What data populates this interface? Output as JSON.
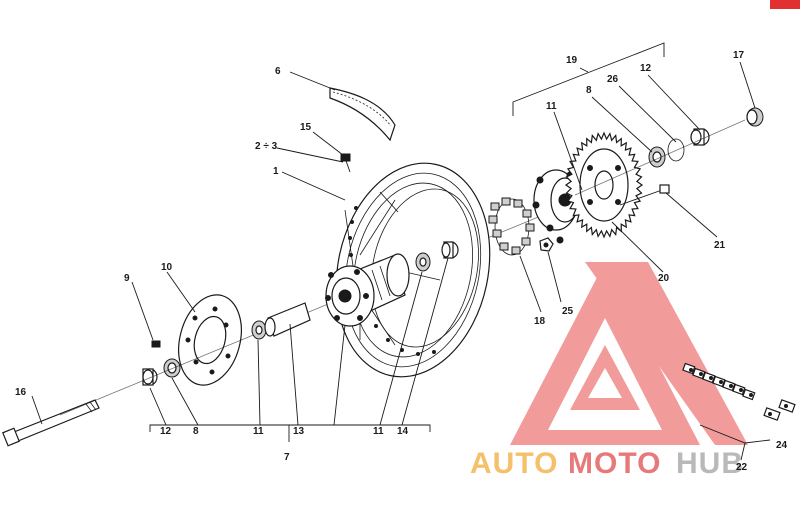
{
  "callouts": {
    "n1": "1",
    "n2_3": "2 ÷ 3",
    "n6": "6",
    "n7": "7",
    "n8a": "8",
    "n8b": "8",
    "n9": "9",
    "n10": "10",
    "n11a": "11",
    "n11b": "11",
    "n11c": "11",
    "n12a": "12",
    "n12b": "12",
    "n13": "13",
    "n14": "14",
    "n15": "15",
    "n16": "16",
    "n17": "17",
    "n18": "18",
    "n19": "19",
    "n20": "20",
    "n21": "21",
    "n22": "22",
    "n24": "24",
    "n25": "25",
    "n26": "26"
  },
  "watermark": {
    "part1": "AUTO",
    "part2": "MOTO",
    "part3": "HUB",
    "color_red": "#e8797a",
    "color_orange": "#f4c06a",
    "color_grey": "#b9b9b9"
  },
  "corner_tag_color": "#e03030"
}
